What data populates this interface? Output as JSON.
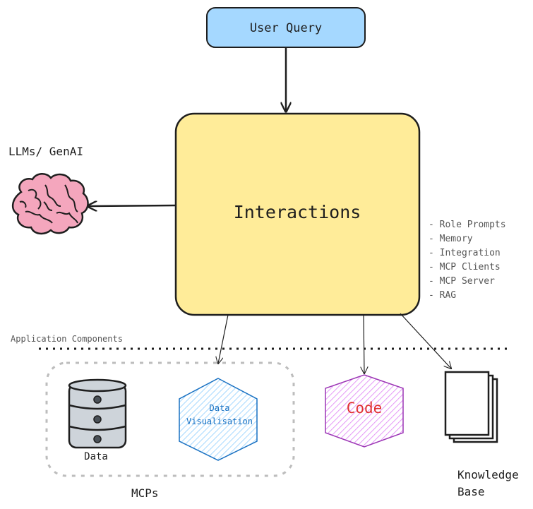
{
  "nodes": {
    "user_query": {
      "label": "User Query",
      "fill": "#a5d8ff",
      "stroke": "#1e1e1e"
    },
    "interactions": {
      "label": "Interactions",
      "fill": "#ffec99",
      "stroke": "#1e1e1e"
    },
    "llms": {
      "label": "LLMs/ GenAI",
      "brain_fill": "#f4a6bd",
      "icon": "brain-icon"
    },
    "data": {
      "label": "Data",
      "icon": "database-icon",
      "fill": "#ced4da"
    },
    "data_visualisation": {
      "label_line1": "Data",
      "label_line2": "Visualisation",
      "stroke": "#1971c2",
      "hatch": "#a5d8ff"
    },
    "code": {
      "label": "Code",
      "stroke": "#9c36b5",
      "hatch": "#eebefa",
      "text_color": "#e03131"
    },
    "knowledge_base": {
      "label_line1": "Knowledge",
      "label_line2": "Base",
      "icon": "documents-icon"
    }
  },
  "features": {
    "items": [
      "- Role Prompts",
      "- Memory",
      "- Integration",
      "- MCP Clients",
      "- MCP Server",
      "- RAG"
    ]
  },
  "sections": {
    "application_components": "Application Components",
    "mcps": "MCPs"
  }
}
